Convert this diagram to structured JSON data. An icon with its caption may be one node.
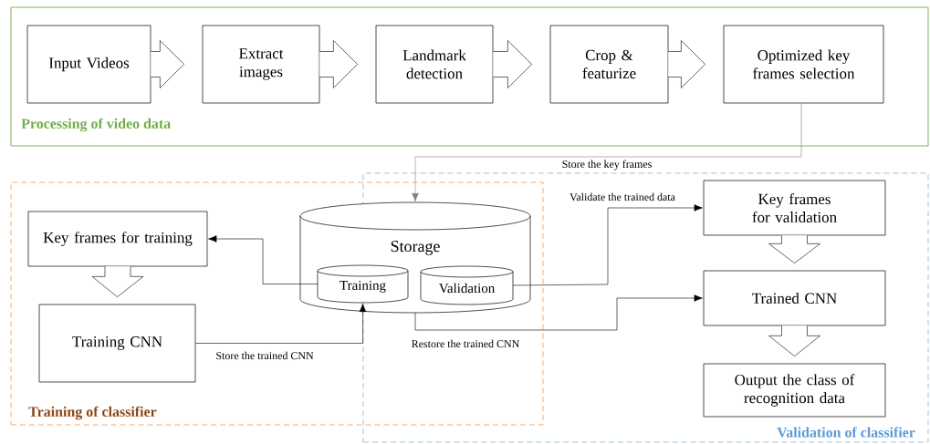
{
  "diagram": {
    "nodes": [
      {
        "text": [
          "Processing of video data"
        ]
      },
      {
        "text": [
          "Input Videos"
        ],
        "in": 0
      },
      {
        "text": [
          "Extract images"
        ],
        "in": 0
      },
      {
        "text": [
          "Landmark detection"
        ],
        "in": 0
      },
      {
        "text": [
          "Crop & featurize"
        ],
        "in": 0
      },
      {
        "text": [
          "Optimized key frames selection"
        ],
        "in": 0
      },
      {
        "text": [
          "Training of classifier"
        ]
      },
      {
        "text": [
          "Validation of classifier"
        ]
      },
      {
        "text": [
          "Storage"
        ],
        "in": 6
      },
      {
        "text": [
          "Training"
        ],
        "in": 8
      },
      {
        "text": [
          "Validation"
        ]
      },
      {
        "text": [
          "Key frames for training"
        ],
        "in": 6
      },
      {
        "text": [
          "Training CNN"
        ],
        "in": 6
      },
      {
        "text": [
          "Key frames for validation"
        ],
        "in": 7
      },
      {
        "text": [
          "Trained CNN"
        ],
        "in": 7
      },
      {
        "text": [
          "Output the class of recognition data"
        ],
        "in": 7
      }
    ],
    "edges": [
      {
        "from": 1,
        "to": 2,
        "arrow": "to"
      },
      {
        "from": 2,
        "to": 3,
        "arrow": "to"
      },
      {
        "from": 3,
        "to": 4,
        "arrow": "to"
      },
      {
        "from": 4,
        "to": 5,
        "arrow": "to"
      },
      {
        "from": 5,
        "to": 8,
        "arrow": "to",
        "label": "Store the key frames",
        "color": "#808080"
      },
      {
        "from": 9,
        "to": 11,
        "arrow": "to"
      },
      {
        "from": 11,
        "to": 12,
        "arrow": "to"
      },
      {
        "from": 12,
        "to": 9,
        "arrow": "to",
        "label": "Store the trained CNN"
      },
      {
        "from": 10,
        "to": 13,
        "arrow": "to",
        "label": "Validate the trained data"
      },
      {
        "from": 8,
        "to": 14,
        "arrow": "to",
        "label": "Restore the trained CNN"
      },
      {
        "from": 13,
        "to": 14,
        "arrow": "to"
      },
      {
        "from": 14,
        "to": 15,
        "arrow": "to"
      }
    ]
  }
}
